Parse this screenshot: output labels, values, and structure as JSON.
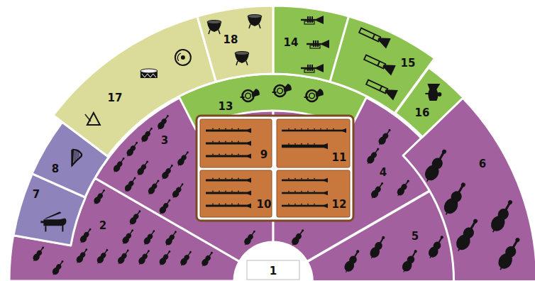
{
  "diagram": {
    "nodes": [
      {
        "text": [
          "1"
        ]
      },
      {
        "text": [
          "2"
        ]
      },
      {
        "text": [
          "3"
        ]
      },
      {
        "text": [
          "4"
        ]
      },
      {
        "text": [
          "5"
        ]
      },
      {
        "text": [
          "6"
        ]
      },
      {
        "text": [
          "7"
        ]
      },
      {
        "text": [
          "8"
        ]
      },
      {
        "text": [
          "9"
        ]
      },
      {
        "text": [
          "10"
        ]
      },
      {
        "text": [
          "11"
        ]
      },
      {
        "text": [
          "12"
        ]
      },
      {
        "text": [
          "13"
        ]
      },
      {
        "text": [
          "14"
        ]
      },
      {
        "text": [
          "15"
        ]
      },
      {
        "text": [
          "16"
        ]
      },
      {
        "text": [
          "17"
        ]
      },
      {
        "text": [
          "18"
        ]
      }
    ]
  }
}
